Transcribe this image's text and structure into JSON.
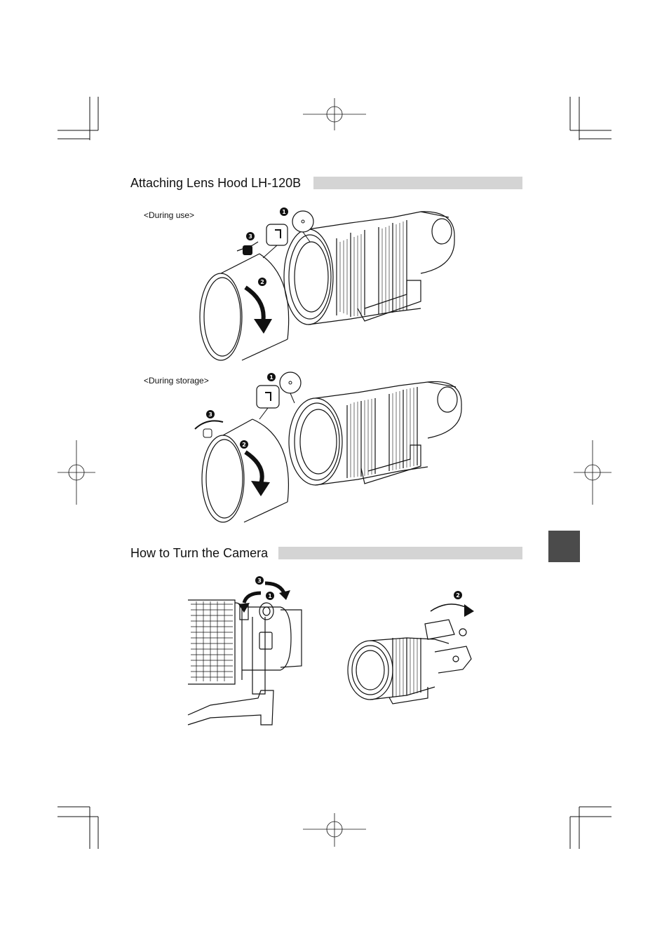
{
  "sections": {
    "hood": {
      "title": "Attaching Lens Hood LH-120B",
      "captions": {
        "during_use": "<During use>",
        "during_storage": "<During storage>"
      }
    },
    "camera": {
      "title": "How to Turn the Camera"
    }
  },
  "step_markers": [
    "1",
    "2",
    "3"
  ],
  "colors": {
    "title_bar": "#d4d4d4",
    "thumb_tab": "#4b4b4b",
    "line_art": "#111111"
  }
}
